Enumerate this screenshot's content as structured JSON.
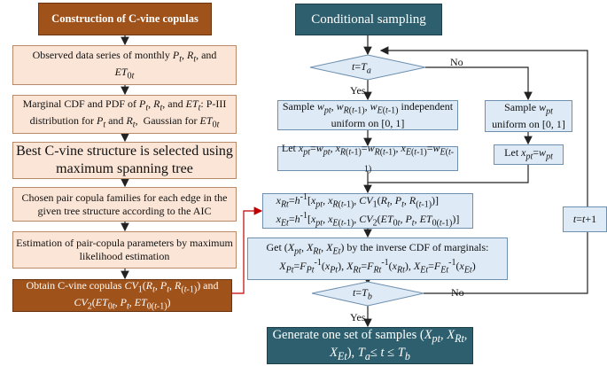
{
  "left_column": {
    "title": "Construction of C-vine copulas",
    "step_observed": "Observed data series of monthly P_t, R_t, and ET_0t",
    "step_marginal": "Marginal CDF and PDF of P_t, R_t, and ET_t: P-III distribution for P_t and R_t, Gaussian for ET_0t",
    "step_structure": "Best C-vine structure is selected using maximum spanning tree",
    "step_families": "Chosen pair copula families for each edge in the given tree structure according to the AIC",
    "step_estimation": "Estimation of pair-copula parameters by maximum likelihood estimation",
    "step_obtain": "Obtain C-vine copulas CV1(R_t, P_t, R_(t-1)) and CV2(ET_0t, P_t, ET_0(t-1))"
  },
  "right_column": {
    "title": "Conditional sampling",
    "decision_start": "t=T_a",
    "sample_independent": "Sample w_pt, w_R(t-1), w_E(t-1) independent uniform on [0, 1]",
    "sample_uniform": "Sample w_pt uniform on [0, 1]",
    "let_all": "Let x_pt=w_pt, x_R(t-1)=w_R(t-1), x_E(t-1)=w_E(t-1)",
    "let_pt": "Let x_pt=w_pt",
    "h_inverse": "x_Rt=h^-1[x_pt, x_R(t-1), CV1(R_t, P_t, R_(t-1))]; x_Et=h^-1[x_pt, x_E(t-1), CV2(ET_0t, P_t, ET_0(t-1))]",
    "inverse_cdf": "Get (X_pt, X_Rt, X_Et) by the inverse CDF of marginals: X_Pt=F_Pt^-1(x_Pt), X_Rt=F_Rt^-1(x_Rt), X_Et=F_Et^-1(x_Et)",
    "decision_end": "t=T_b",
    "increment": "t=t+1",
    "generate": "Generate one set of samples (X_pt, X_Rt, X_Et), T_a ≤ t ≤ T_b"
  },
  "labels": {
    "yes": "Yes",
    "no": "No"
  },
  "colors": {
    "brown": "#a0521b",
    "peach": "#fbe5d6",
    "teal": "#2e5f6e",
    "light_blue": "#deebf7",
    "arrow_red": "#c00000",
    "arrow_dark": "#222222"
  }
}
